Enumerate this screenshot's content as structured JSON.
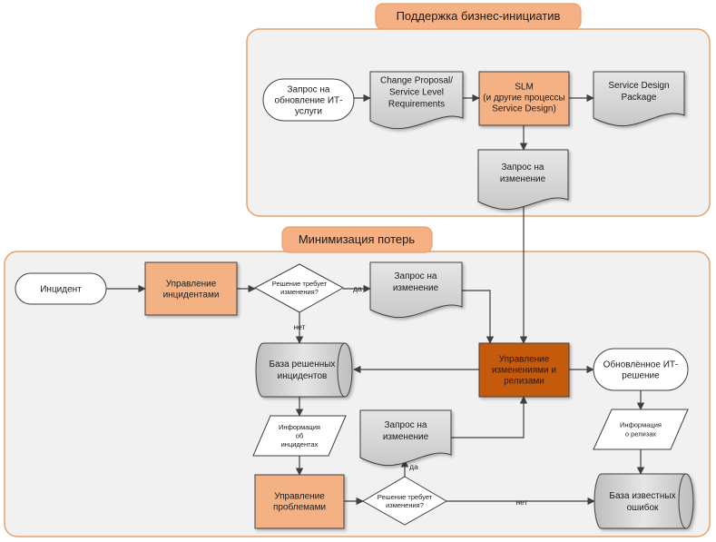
{
  "colors": {
    "panel_fill": "#f1f1f1",
    "panel_border": "#e8a06a",
    "tab_fill": "#f5b183",
    "process_fill": "#f4b183",
    "process_dark_fill": "#c55a11",
    "document_fill": "#d9d9d9",
    "terminal_fill": "#ffffff",
    "line": "#404040"
  },
  "panels": {
    "business": {
      "title": "Поддержка бизнес-инициатив"
    },
    "losses": {
      "title": "Минимизация потерь"
    }
  },
  "nodes": {
    "it_request": {
      "lines": [
        "Запрос на",
        "обновление ИТ-",
        "услуги"
      ]
    },
    "change_proposal": {
      "lines": [
        "Change Proposal/",
        "Service Level",
        "Requirements"
      ]
    },
    "slm": {
      "lines": [
        "SLM",
        "(и другие процессы",
        "Service Design)"
      ]
    },
    "sdp": {
      "lines": [
        "Service Design",
        "Package"
      ]
    },
    "change_request_top": {
      "lines": [
        "Запрос на",
        "изменение"
      ]
    },
    "incident": {
      "lines": [
        "Инцидент"
      ]
    },
    "incident_mgmt": {
      "lines": [
        "Управление",
        "инцидентами"
      ]
    },
    "decision_top": {
      "lines": [
        "Решение требует",
        "изменения?"
      ]
    },
    "change_request_mid": {
      "lines": [
        "Запрос на",
        "изменение"
      ]
    },
    "resolved_db": {
      "lines": [
        "База решенных",
        "инцидентов"
      ]
    },
    "change_release": {
      "lines": [
        "Управление",
        "изменениями и",
        "релизами"
      ]
    },
    "updated_service": {
      "lines": [
        "Обновлённое ИТ-",
        "решение"
      ]
    },
    "incident_info": {
      "lines": [
        "Информация",
        "об",
        "инцидентах"
      ]
    },
    "change_request_bottom": {
      "lines": [
        "Запрос на",
        "изменение"
      ]
    },
    "release_info": {
      "lines": [
        "Информация",
        "о релизах"
      ]
    },
    "problem_mgmt": {
      "lines": [
        "Управление",
        "проблемами"
      ]
    },
    "decision_bottom": {
      "lines": [
        "Решение требует",
        "изменения?"
      ]
    },
    "known_errors_db": {
      "lines": [
        "База известных",
        "ошибок"
      ]
    }
  },
  "labels": {
    "yes_top": "да",
    "no_top": "нет",
    "yes_bottom": "да",
    "no_bottom": "нет"
  }
}
